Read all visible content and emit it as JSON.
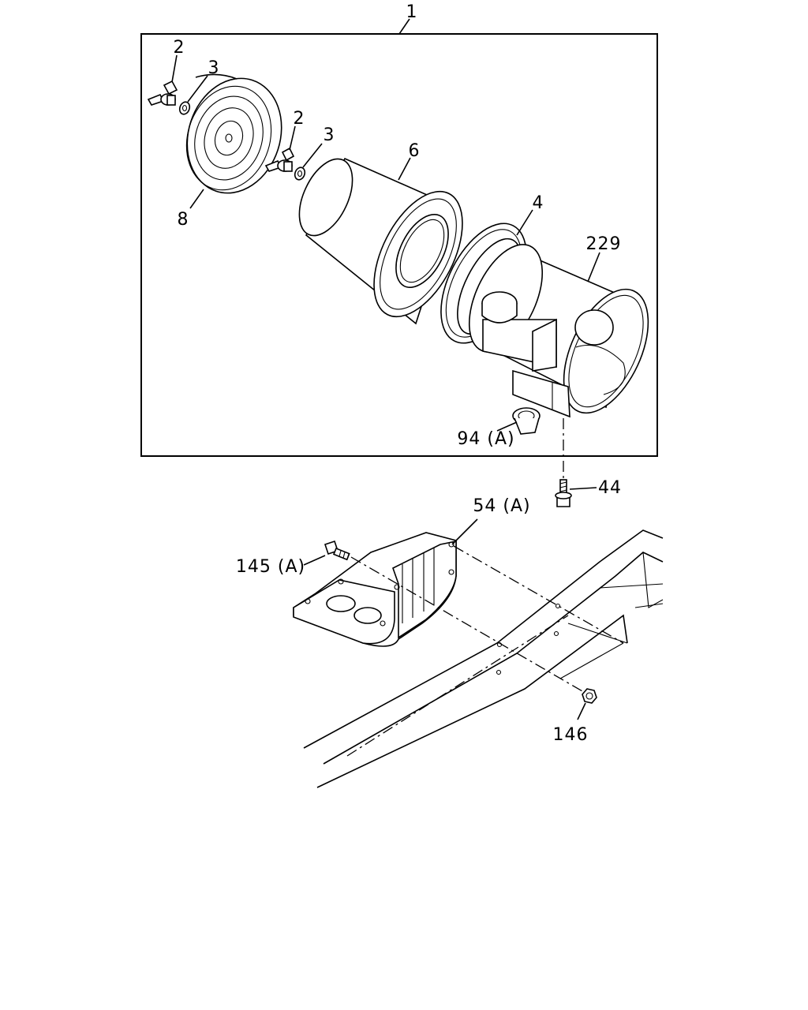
{
  "callouts": {
    "assembly": "1",
    "wing_nut_outer": "2",
    "washer_outer": "3",
    "wing_nut_inner": "2",
    "washer_inner": "3",
    "end_cover": "8",
    "filter_element": "6",
    "seal_ring": "4",
    "air_cleaner_body": "229",
    "dust_valve": "94 (A)",
    "bolt_44": "44",
    "bracket": "54 (A)",
    "bolt_145": "145 (A)",
    "nut_146": "146"
  }
}
